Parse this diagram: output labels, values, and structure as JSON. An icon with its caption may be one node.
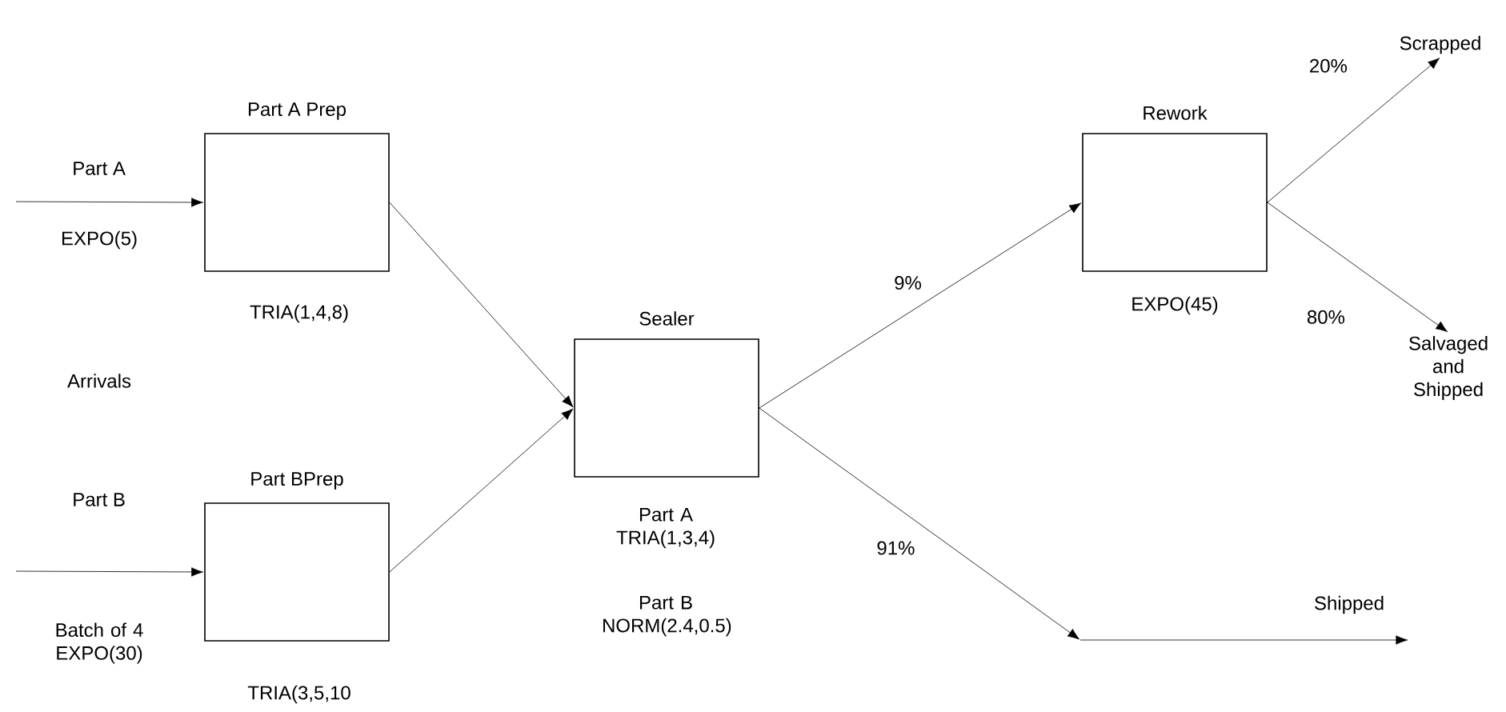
{
  "diagram": {
    "nodes": [
      {
        "text": [
          "Part A Prep"
        ],
        "beside": [
          "TRIA(1,4,8)"
        ]
      },
      {
        "text": [
          "Part BPrep"
        ],
        "beside": [
          "TRIA(3,5,10"
        ]
      },
      {
        "text": [
          "Sealer"
        ],
        "beside": [
          "Part A TRIA(1,3,4)",
          "Part B NORM(2.4,0.5)"
        ]
      },
      {
        "text": [
          "Rework"
        ],
        "beside": [
          "EXPO(45)"
        ]
      },
      {
        "text": [
          "Scrapped"
        ]
      },
      {
        "text": [
          "Salvaged and Shipped"
        ]
      },
      {
        "text": [
          "Shipped"
        ]
      }
    ],
    "edges": [
      {
        "from": null,
        "to": 0,
        "arrow": "to",
        "label": "Part A"
      },
      {
        "from": null,
        "to": 1,
        "arrow": "to",
        "label": "Part B"
      },
      {
        "from": 0,
        "to": 2,
        "arrow": "to"
      },
      {
        "from": 1,
        "to": 2,
        "arrow": "to"
      },
      {
        "from": 2,
        "to": 3,
        "arrow": "to",
        "label": "9%"
      },
      {
        "from": 2,
        "to": null,
        "arrow": "to",
        "label": "91%"
      },
      {
        "from": null,
        "to": 6,
        "arrow": "to"
      },
      {
        "from": 3,
        "to": 4,
        "arrow": "to",
        "label": "20%"
      },
      {
        "from": 3,
        "to": 5,
        "arrow": "to",
        "label": "80%"
      }
    ],
    "labels": [
      "EXPO(5)",
      "Arrivals",
      "Batch of 4 EXPO(30)"
    ]
  }
}
